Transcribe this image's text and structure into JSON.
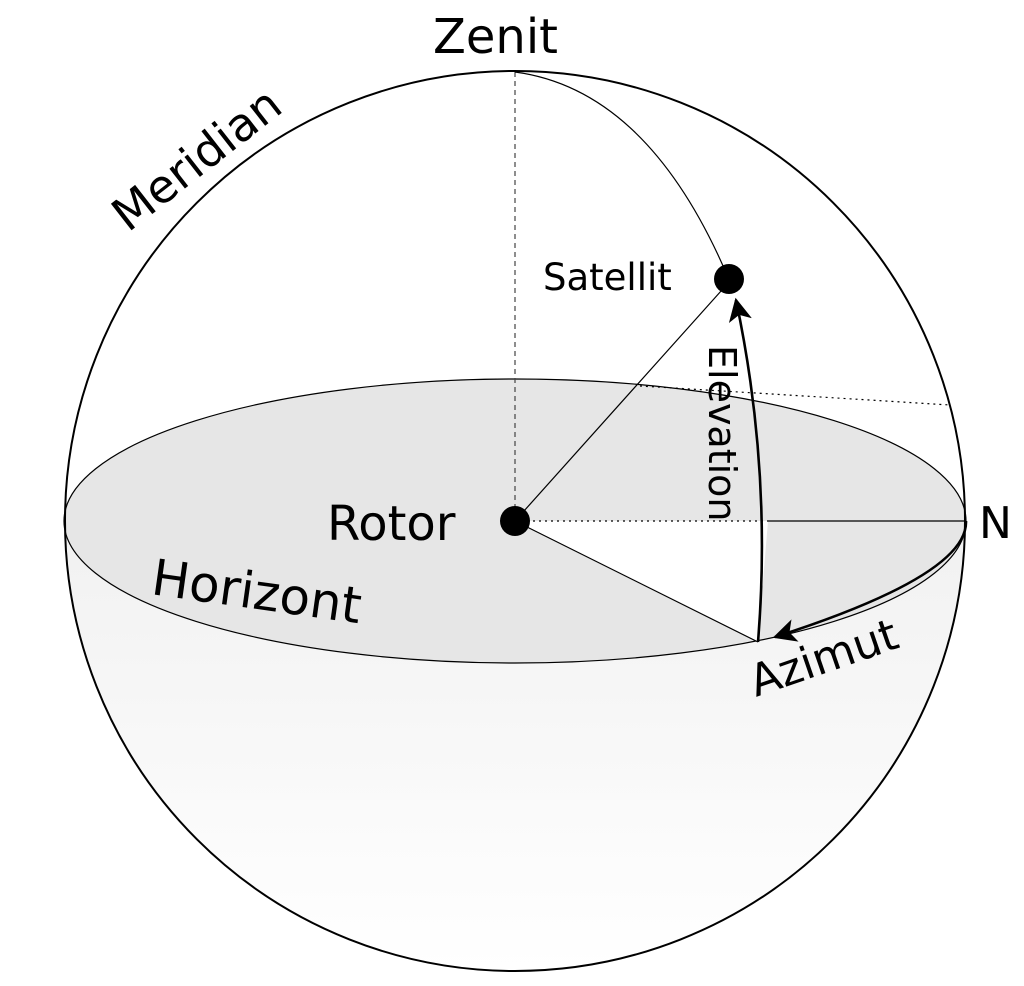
{
  "labels": {
    "zenith": "Zenit",
    "meridian": "Meridian",
    "satellite": "Satellit",
    "elevation": "Elevation",
    "rotor": "Rotor",
    "north": "N",
    "horizon": "Horizont",
    "azimuth": "Azimut"
  },
  "colors": {
    "stroke": "#000000",
    "hemisphere_top": "#e3e3e3",
    "hemisphere_bottom": "#ffffff",
    "background": "#ffffff"
  }
}
